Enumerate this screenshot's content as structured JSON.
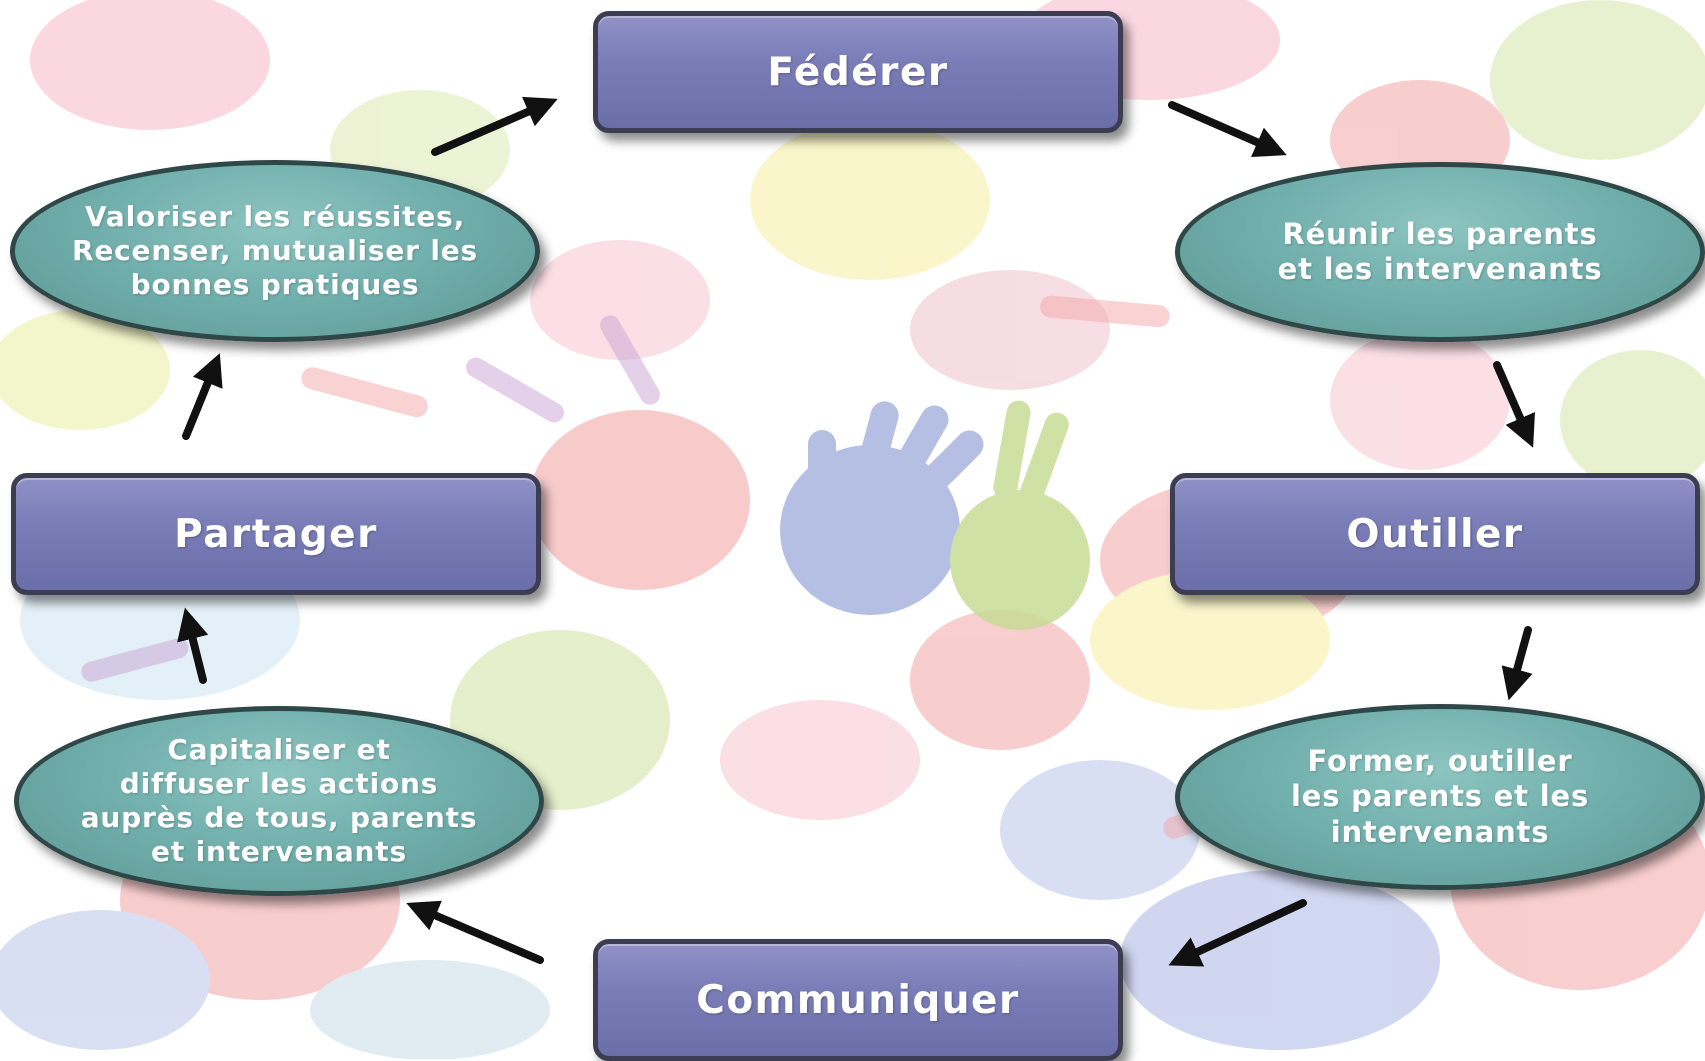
{
  "diagram": {
    "boxes": {
      "top": "Fédérer",
      "right": "Outiller",
      "bottom": "Communiquer",
      "left": "Partager"
    },
    "ellipses": {
      "top_right": "Réunir les parents\net les intervenants",
      "bottom_right": "Former, outiller\nles parents et les\nintervenants",
      "bottom_left": "Capitaliser et\ndiffuser les actions\nauprès de tous, parents\net intervenants",
      "top_left": "Valoriser les réussites,\nRecenser, mutualiser les\nbonnes pratiques"
    },
    "colors": {
      "box_fill": "#7b7db8",
      "ellipse_fill": "#72b0ad",
      "outline": "#3d3d52",
      "arrow": "#111111",
      "text": "#ffffff"
    },
    "flow": "clockwise cycle"
  }
}
